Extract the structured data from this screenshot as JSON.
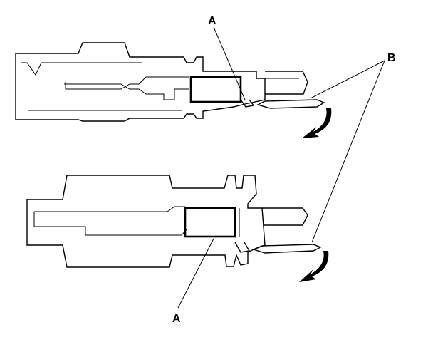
{
  "diagram": {
    "labels": {
      "a_top": "A",
      "a_bottom": "A",
      "b": "B"
    },
    "icons": {
      "arrow": "curved-arrow-icon"
    },
    "colors": {
      "line": "#000000",
      "background": "#ffffff"
    }
  }
}
